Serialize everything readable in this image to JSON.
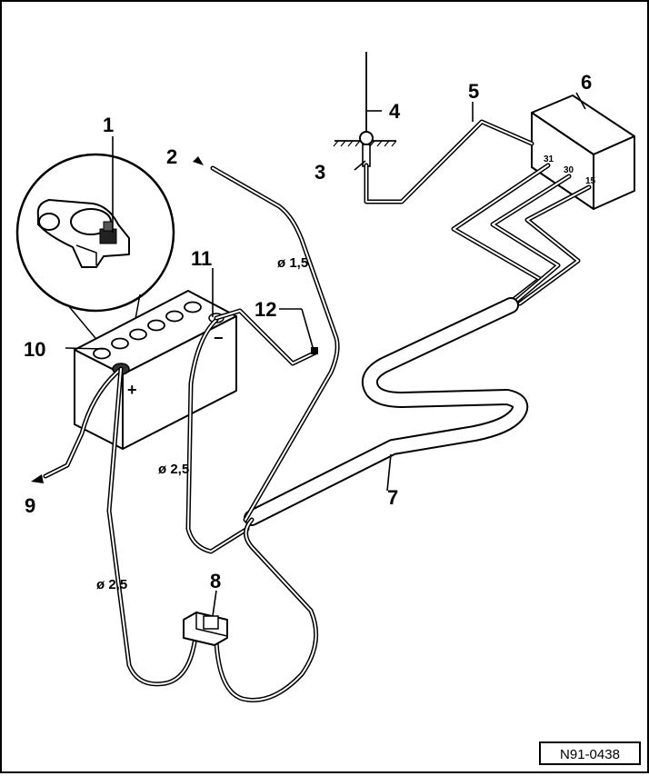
{
  "diagram": {
    "figure_ref": "N91-0438",
    "callouts": [
      "1",
      "2",
      "3",
      "4",
      "5",
      "6",
      "7",
      "8",
      "9",
      "10",
      "11",
      "12"
    ],
    "wire_sizes": {
      "w12_cable": "ø 1,5",
      "w11_cable": "ø 2,5",
      "w8_cable": "ø 2,5"
    },
    "terminals": [
      "31",
      "30",
      "15"
    ],
    "battery_marks": {
      "plus": "+",
      "minus": "−"
    }
  }
}
